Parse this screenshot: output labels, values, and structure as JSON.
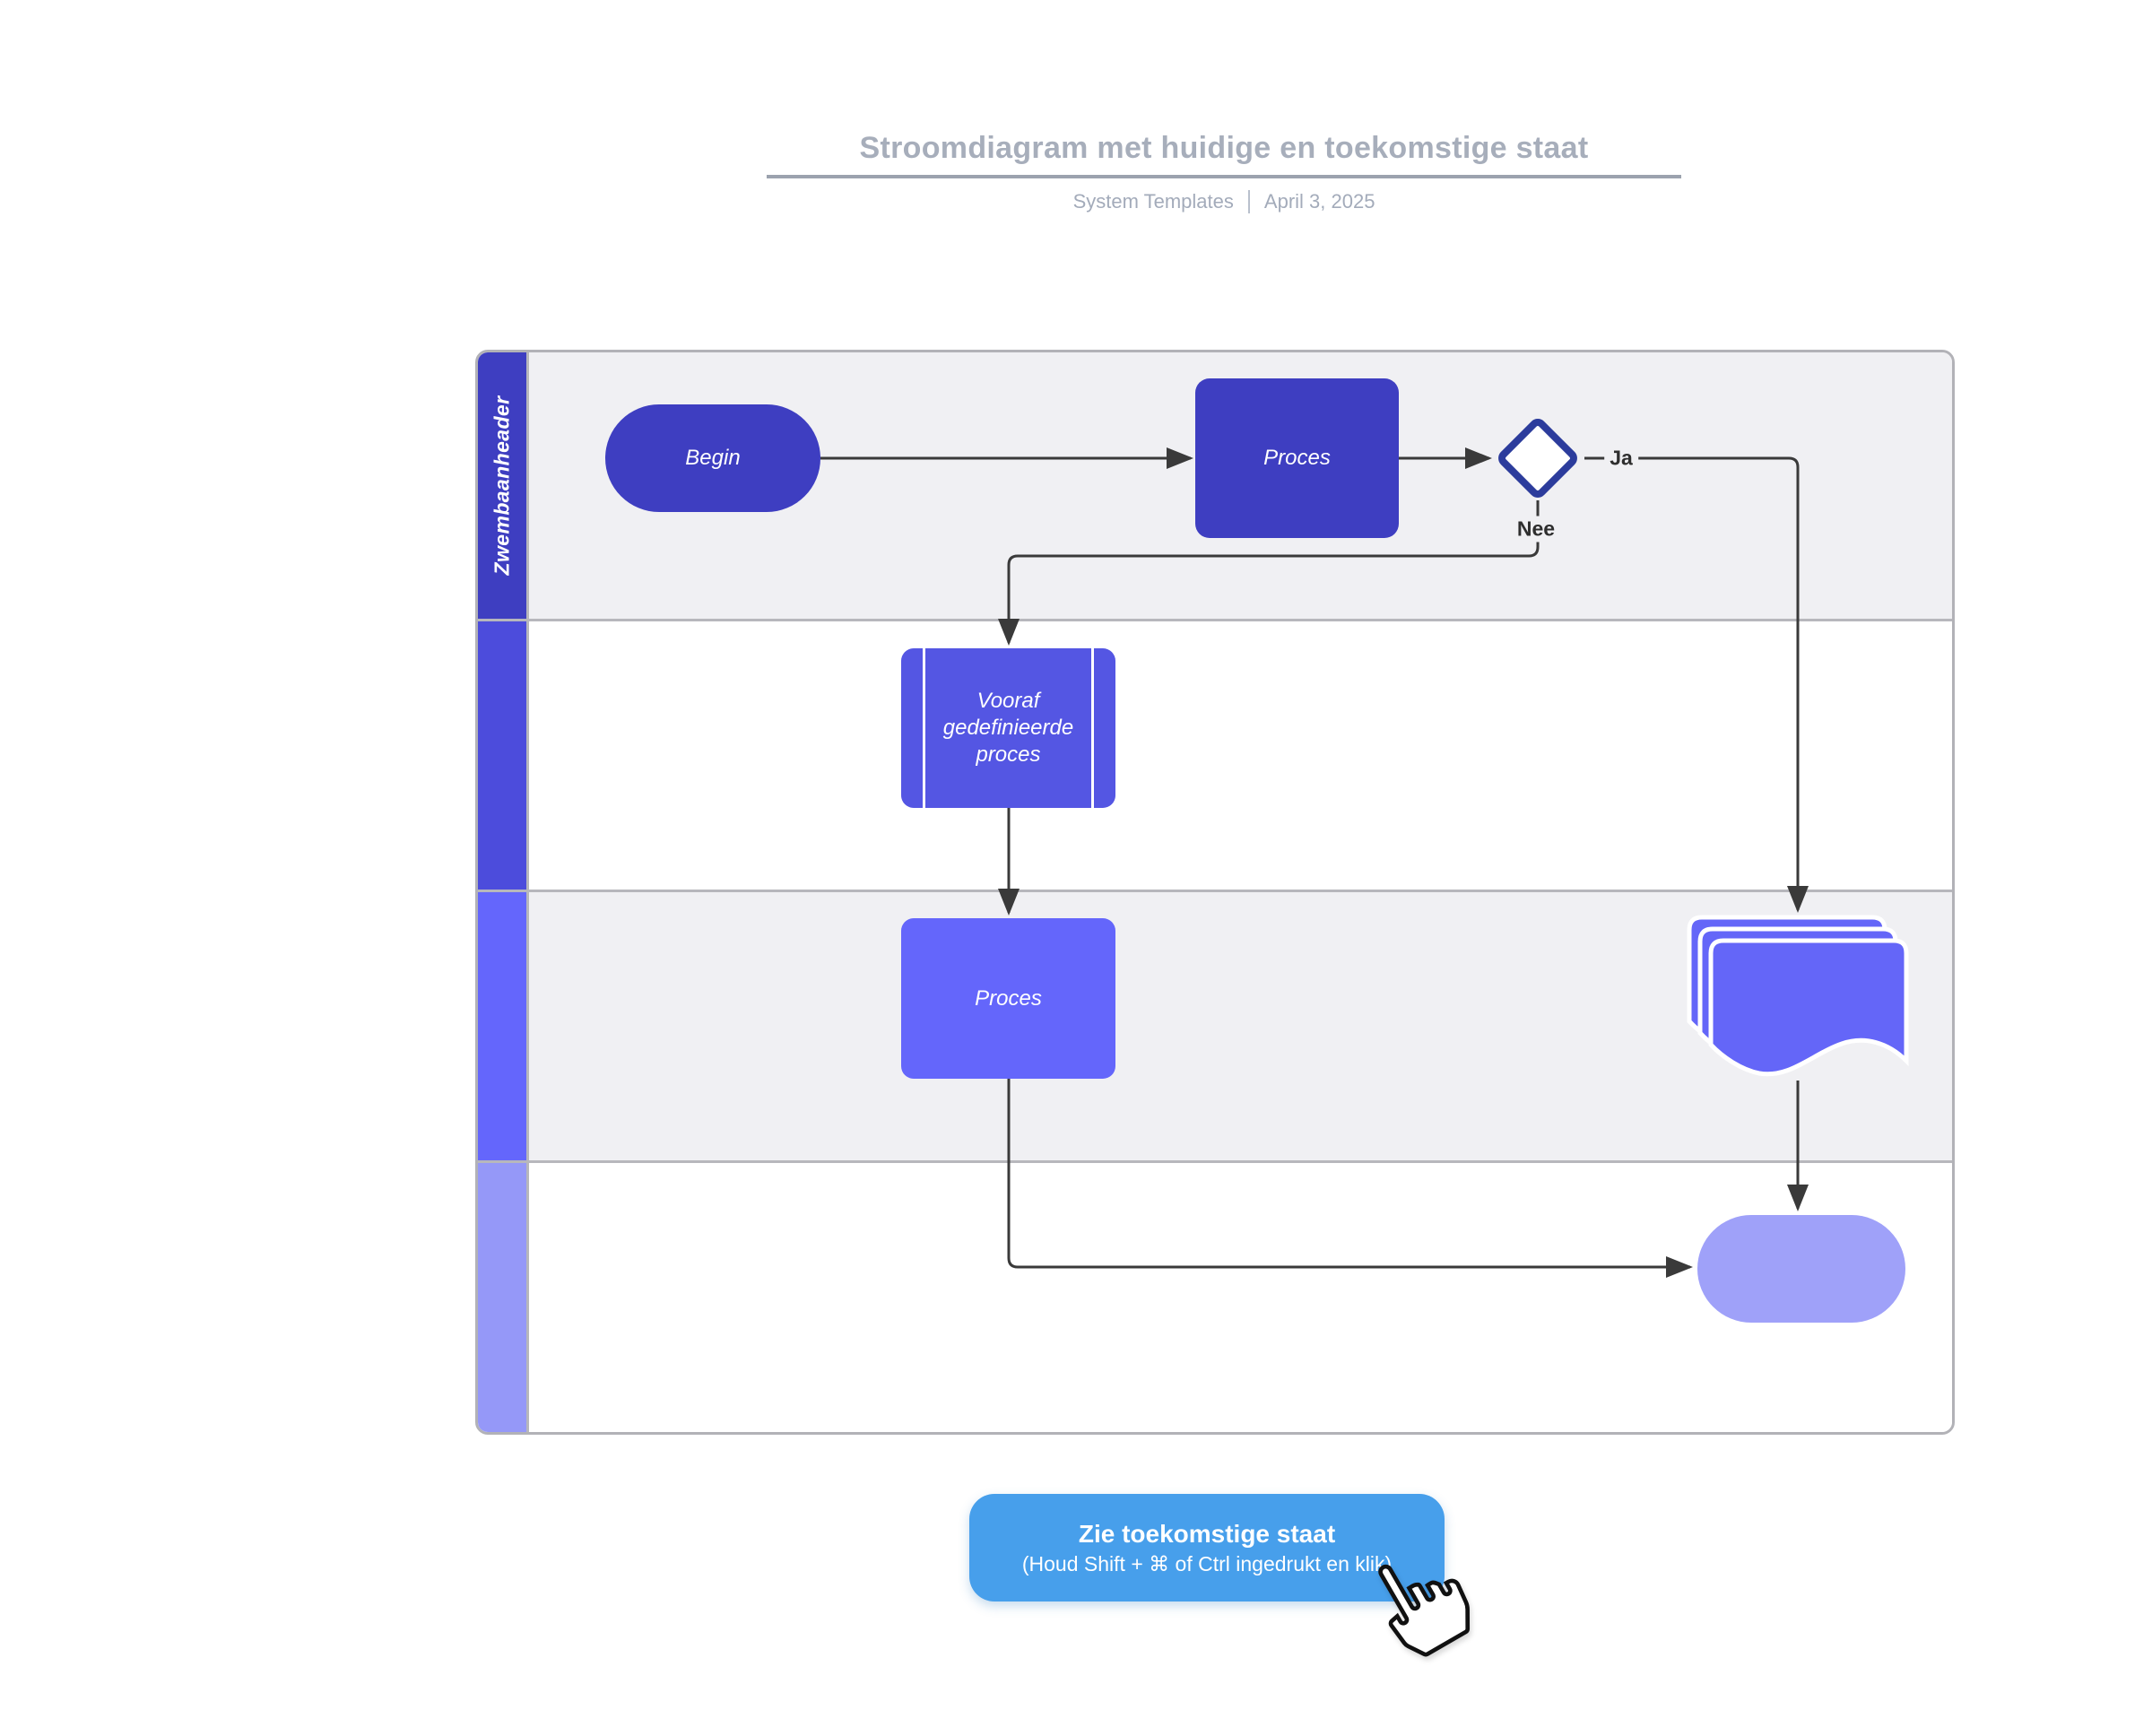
{
  "header": {
    "title": "Stroomdiagram met huidige en toekomstige staat",
    "source": "System Templates",
    "date": "April 3, 2025"
  },
  "diagram": {
    "lane_header_label": "Zwembaanheader",
    "lanes": [
      {
        "label": "Zwembaanheader",
        "strip_color": "#3E3EC1",
        "body_color": "#F0F0F3"
      },
      {
        "label": "",
        "strip_color": "#4C4CDC",
        "body_color": "#FFFFFF"
      },
      {
        "label": "",
        "strip_color": "#6466FC",
        "body_color": "#F0F0F3"
      },
      {
        "label": "",
        "strip_color": "#9598F8",
        "body_color": "#FFFFFF"
      }
    ],
    "nodes": {
      "begin": {
        "label": "Begin",
        "type": "terminator"
      },
      "proces1": {
        "label": "Proces",
        "type": "process"
      },
      "decision": {
        "label": "",
        "type": "decision"
      },
      "vooraf": {
        "label": "Vooraf gedefinieerde proces",
        "type": "predefined-process"
      },
      "proces2": {
        "label": "Proces",
        "type": "process"
      },
      "documents": {
        "label": "",
        "type": "multi-document"
      },
      "einde": {
        "label": "",
        "type": "terminator"
      }
    },
    "edge_labels": {
      "ja": "Ja",
      "nee": "Nee"
    }
  },
  "action_button": {
    "title": "Zie toekomstige staat",
    "subtitle": "(Houd Shift + ⌘ of Ctrl ingedrukt en klik)",
    "color": "#479FEB"
  },
  "colors": {
    "node_dark": "#3E3EC1",
    "node_medium": "#5456E3",
    "node_bright": "#6466FB",
    "node_doc": "#6466F8",
    "node_light": "#9FA1F9",
    "decision_border": "#2C3C9C",
    "edge": "#3A3A3A",
    "title_text": "#A7AEBB",
    "lane_body_alt": "#F0F0F3"
  }
}
